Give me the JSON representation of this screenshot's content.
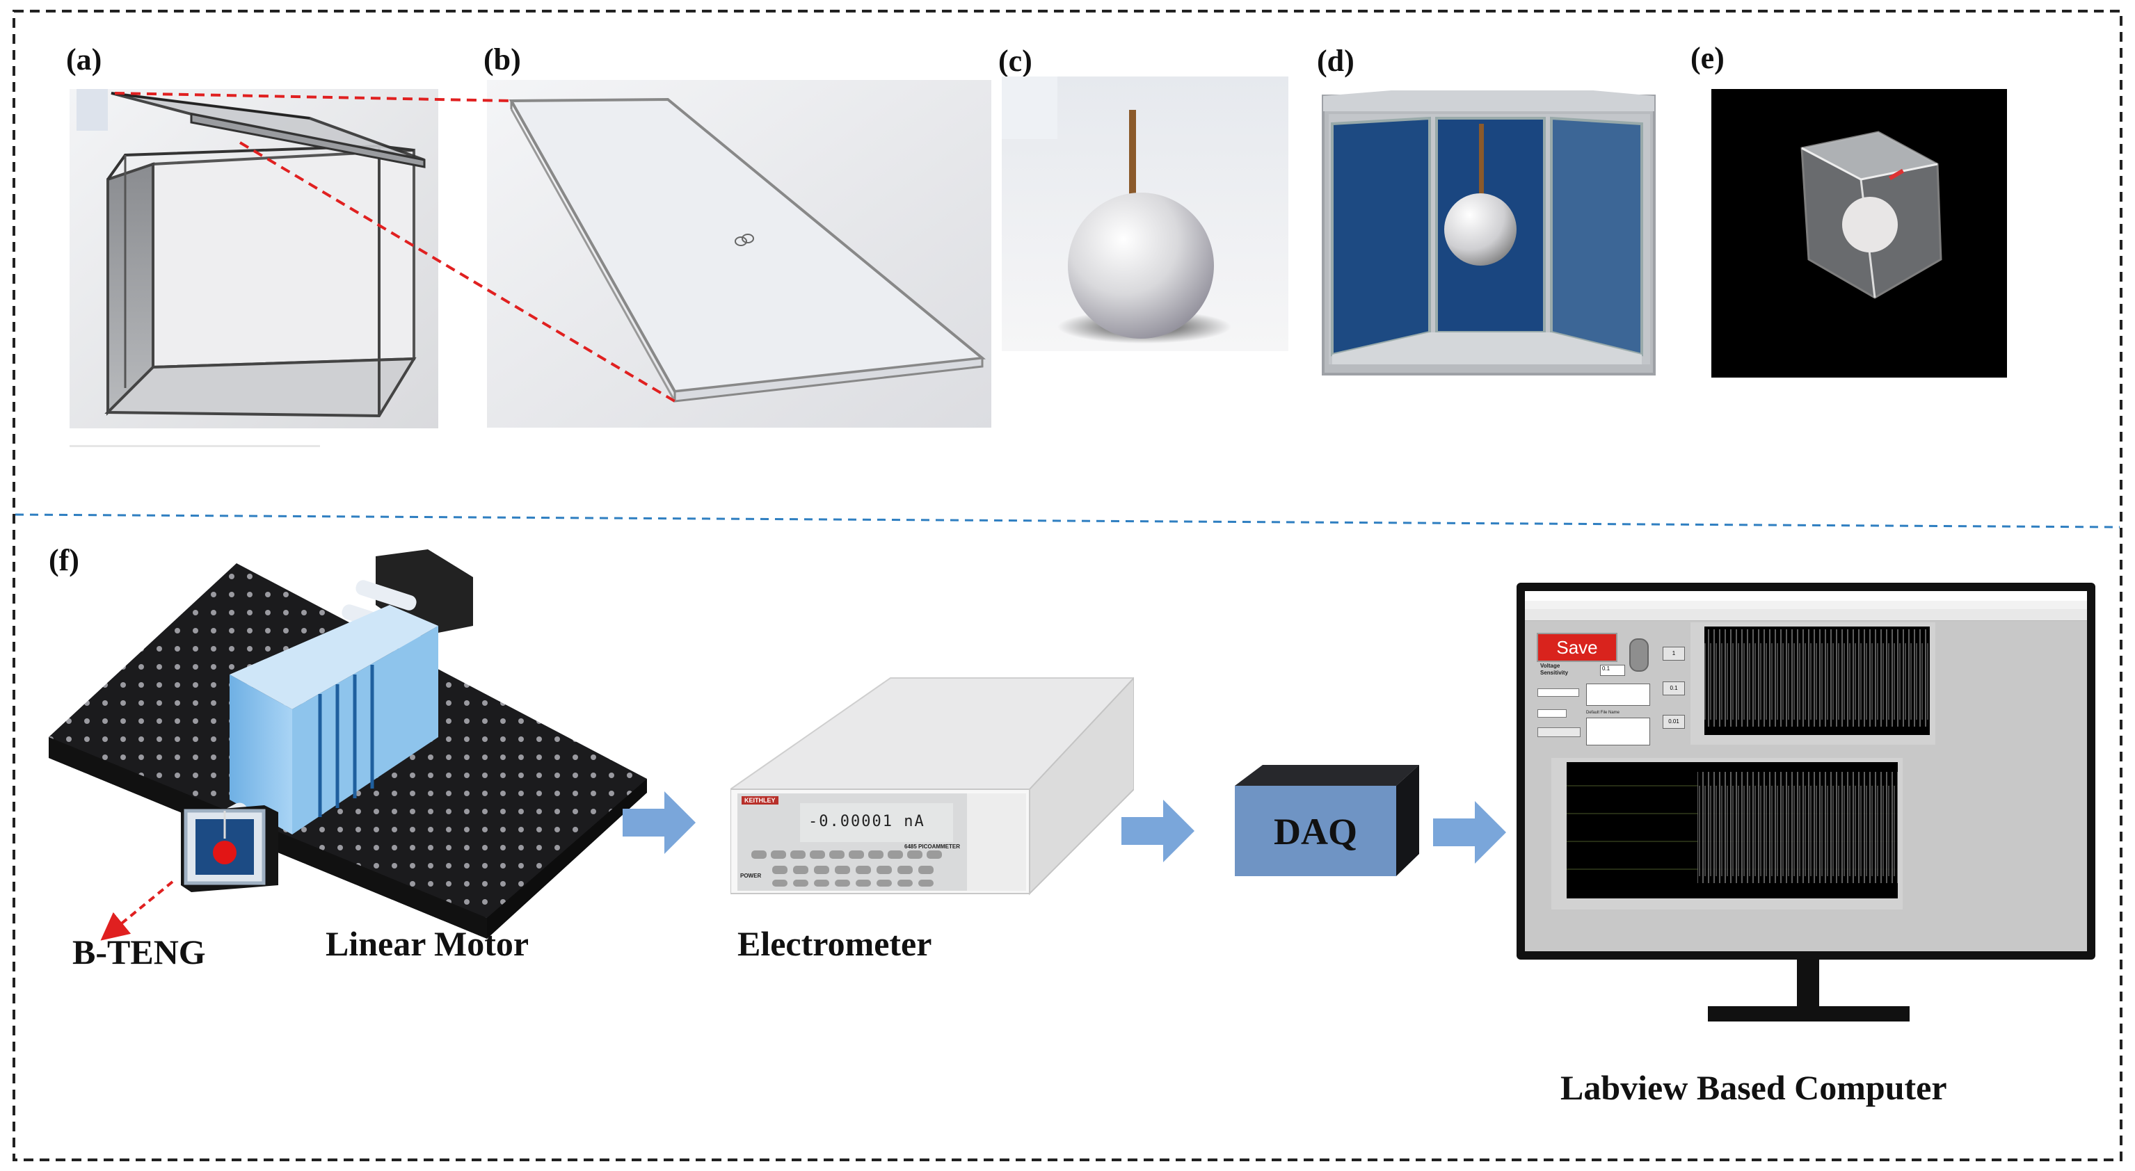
{
  "panels": {
    "a": "(a)",
    "b": "(b)",
    "c": "(c)",
    "d": "(d)",
    "e": "(e)",
    "f": "(f)"
  },
  "setup": {
    "bteng_label": "B-TENG",
    "motor_label": "Linear Motor",
    "electrometer_label": "Electrometer",
    "daq_label": "DAQ",
    "computer_label": "Labview Based Computer",
    "electrometer_brand": "KEITHLEY",
    "electrometer_display": "-0.00001 nA",
    "electrometer_model": "6485 PICOAMMETER",
    "electrometer_power": "POWER"
  },
  "labview": {
    "save_label": "Save",
    "voltage_label": "Voltage",
    "sensitivity_label": "Sensitivity",
    "sensitivity_value": "0.1",
    "btn_1": "1",
    "btn_01": "0.1",
    "btn_001": "0.01",
    "default_file_label": "Default File Name"
  },
  "colors": {
    "frame_border": "#222222",
    "divider": "#2f7fc1",
    "arrow": "#7aa6da",
    "daq_face": "#6f94c4",
    "panel_blue": "#1f4f86",
    "red_line": "#e02020"
  }
}
